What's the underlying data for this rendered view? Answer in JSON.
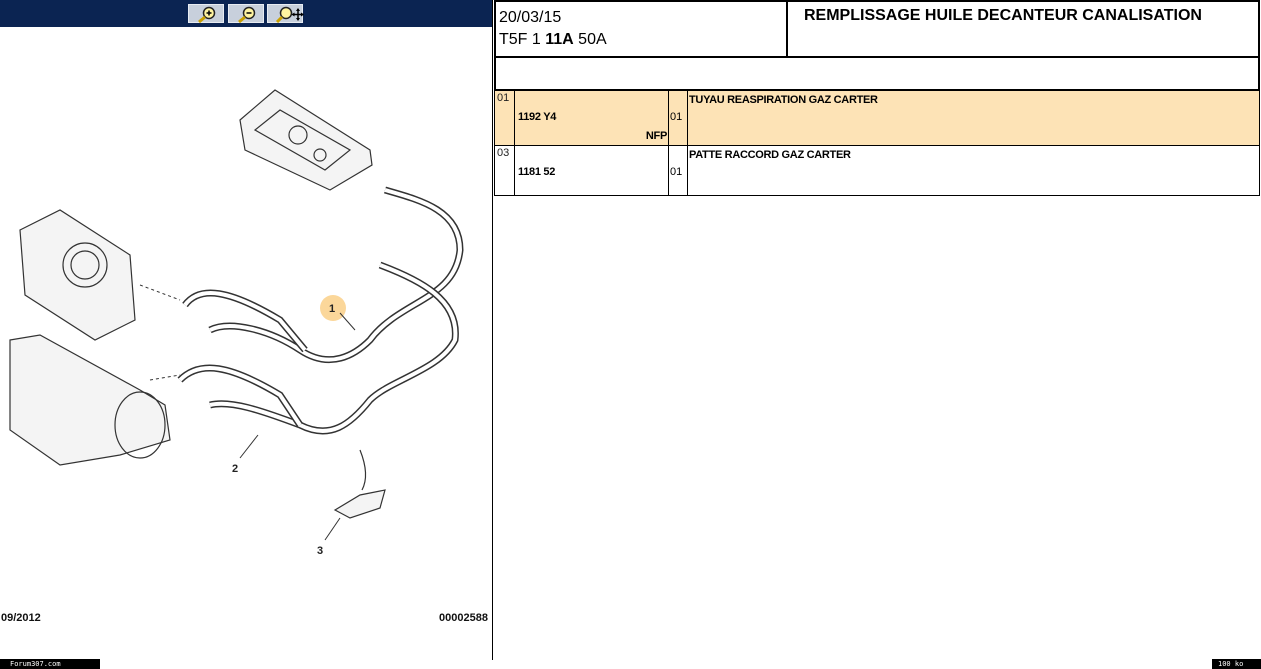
{
  "toolbar": {
    "buttons": [
      {
        "name": "zoom-in",
        "icon": "magnifier-plus-icon"
      },
      {
        "name": "zoom-out",
        "icon": "magnifier-minus-icon"
      },
      {
        "name": "zoom-pan",
        "icon": "magnifier-move-icon"
      }
    ]
  },
  "diagram": {
    "callouts": [
      "1",
      "2",
      "3"
    ],
    "date": "09/2012",
    "ref": "00002588"
  },
  "header": {
    "date": "20/03/15",
    "code_prefix": "T5F 1",
    "code_bold": "11A",
    "code_suffix": "50A",
    "title": "REMPLISSAGE HUILE DECANTEUR CANALISATION"
  },
  "rows": [
    {
      "num": "01",
      "ref": "1192 Y4",
      "note": "NFP",
      "qty": "01",
      "desc": "TUYAU REASPIRATION GAZ CARTER",
      "highlight": "#fde3b6"
    },
    {
      "num": "03",
      "ref": "1181 52",
      "note": "",
      "qty": "01",
      "desc": "PATTE RACCORD GAZ CARTER",
      "highlight": ""
    }
  ],
  "footer": {
    "site": "Forum307.com",
    "size": "100 ko"
  }
}
